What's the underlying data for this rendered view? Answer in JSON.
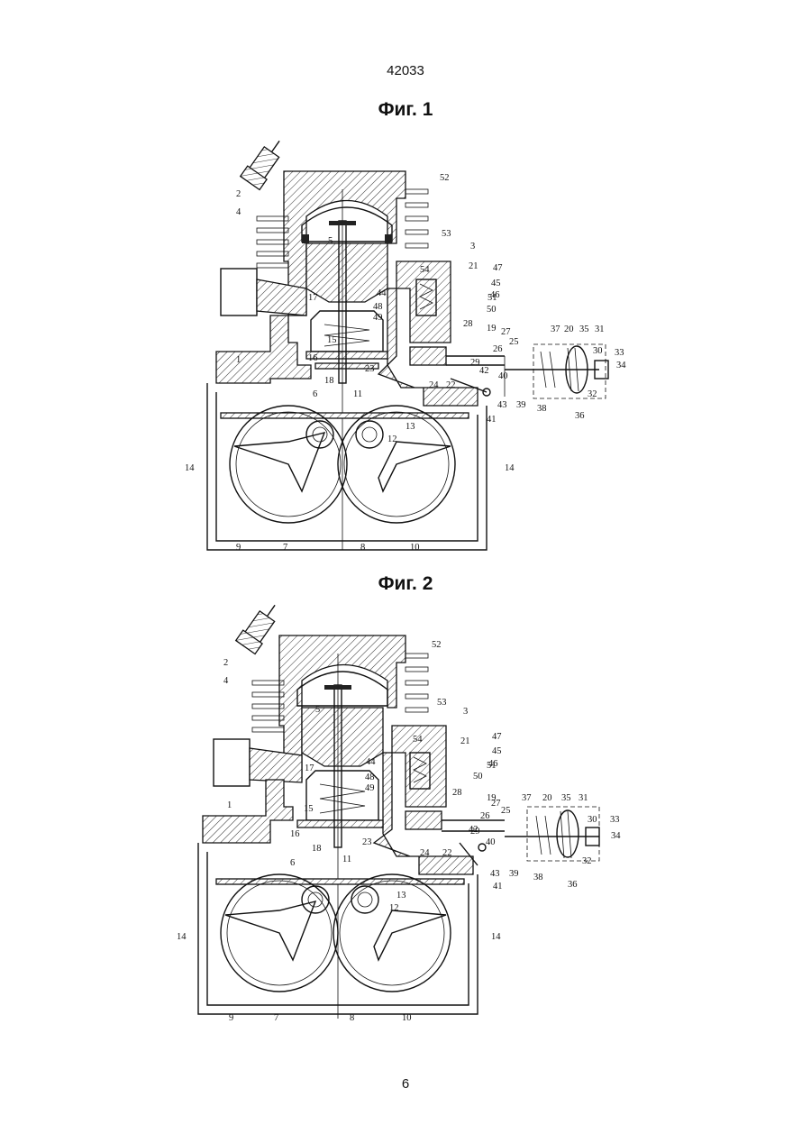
{
  "header": {
    "doc_number": "42033"
  },
  "figures": [
    {
      "title": "Фиг. 1",
      "labels": [
        "1",
        "2",
        "3",
        "4",
        "5",
        "6",
        "7",
        "8",
        "9",
        "10",
        "11",
        "12",
        "13",
        "14",
        "14",
        "15",
        "16",
        "17",
        "18",
        "19",
        "20",
        "21",
        "22",
        "23",
        "24",
        "25",
        "26",
        "27",
        "28",
        "29",
        "30",
        "31",
        "32",
        "33",
        "34",
        "35",
        "36",
        "37",
        "38",
        "39",
        "40",
        "41",
        "42",
        "43",
        "44",
        "45",
        "46",
        "47",
        "48",
        "49",
        "50",
        "51",
        "52",
        "53",
        "54"
      ]
    },
    {
      "title": "Фиг. 2",
      "labels": [
        "1",
        "2",
        "3",
        "4",
        "5",
        "6",
        "7",
        "8",
        "9",
        "10",
        "11",
        "12",
        "13",
        "14",
        "14",
        "15",
        "16",
        "17",
        "18",
        "19",
        "20",
        "21",
        "22",
        "23",
        "24",
        "25",
        "26",
        "27",
        "28",
        "29",
        "30",
        "31",
        "32",
        "33",
        "34",
        "35",
        "36",
        "37",
        "38",
        "39",
        "40",
        "41",
        "42",
        "43",
        "44",
        "45",
        "46",
        "47",
        "48",
        "49",
        "50",
        "51",
        "52",
        "53",
        "54"
      ]
    }
  ],
  "footer": {
    "page_number": "6"
  }
}
